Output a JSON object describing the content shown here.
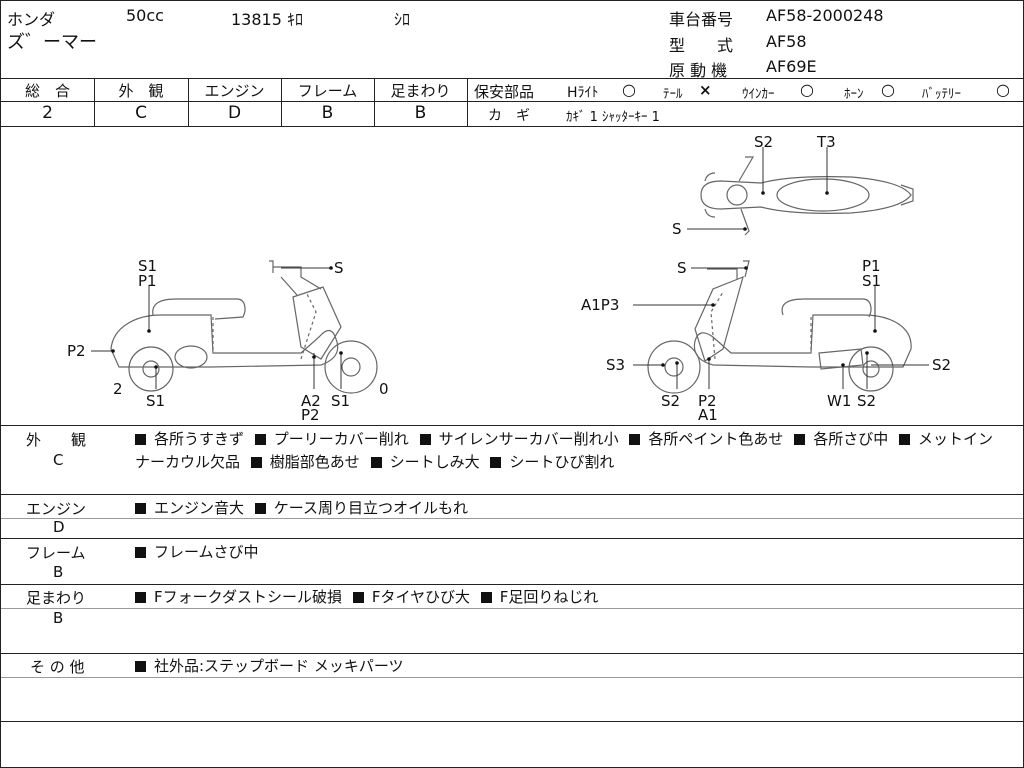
{
  "header": {
    "maker": "ホンダ",
    "displacement": "50cc",
    "mileage": "13815 ｷﾛ",
    "color": "ｼﾛ",
    "model_name": "ズ゛ーマー",
    "frame_no_label": "車台番号",
    "frame_no": "AF58-2000248",
    "model_type_label": "型　　式",
    "model_type": "AF58",
    "engine_label": "原 動 機",
    "engine": "AF69E"
  },
  "grades": [
    {
      "label": "総　合",
      "value": "2"
    },
    {
      "label": "外　観",
      "value": "C"
    },
    {
      "label": "エンジン",
      "value": "D"
    },
    {
      "label": "フレーム",
      "value": "B"
    },
    {
      "label": "足まわり",
      "value": "B"
    }
  ],
  "safety": {
    "label": "保安部品",
    "headlight_label": "Hﾗｲﾄ",
    "headlight": "○",
    "tail_label": "ﾃｰﾙ",
    "tail": "×",
    "winker_label": "ｳｲﾝｶｰ",
    "winker": "○",
    "horn_label": "ﾎｰﾝ",
    "horn": "○",
    "battery_label": "ﾊﾞｯﾃﾘｰ",
    "battery": "○",
    "key_label": "カ　ギ",
    "key_value": "ｶｷﾞ 1 ｼｬｯﾀｰｷｰ 1"
  },
  "diagram_labels": {
    "left": {
      "s1_top": "S1",
      "p1_top": "P1",
      "s_handle": "S",
      "p2_left": "P2",
      "num_2": "2",
      "s1_bottom": "S1",
      "a2": "A2",
      "p2_bottom": "P2",
      "s1_front": "S1",
      "num_0": "0"
    },
    "right": {
      "s2_top": "S2",
      "t3": "T3",
      "s_top": "S",
      "s_handle": "S",
      "p1": "P1",
      "s1": "S1",
      "a1p3": "A1P3",
      "s3": "S3",
      "s2_front": "S2",
      "p2": "P2",
      "a1": "A1",
      "w1": "W1",
      "s2_rear": "S2",
      "s2_right": "S2"
    }
  },
  "sections": [
    {
      "label": "外　　観",
      "grade": "C",
      "items": [
        "各所うすきず",
        "プーリーカバー削れ",
        "サイレンサーカバー削れ小",
        "各所ペイント色あせ",
        "各所さび中",
        "メットインナーカウル欠品",
        "樹脂部色あせ",
        "シートしみ大",
        "シートひび割れ"
      ]
    },
    {
      "label": "エンジン",
      "grade": "D",
      "items": [
        "エンジン音大",
        "ケース周り目立つオイルもれ"
      ]
    },
    {
      "label": "フレーム",
      "grade": "B",
      "items": [
        "フレームさび中"
      ]
    },
    {
      "label": "足まわり",
      "grade": "B",
      "items": [
        "Fフォークダストシール破損",
        "Fタイヤひび大",
        "F足回りねじれ"
      ]
    },
    {
      "label": "そ の 他",
      "grade": "",
      "items": [
        "社外品:ステップボード メッキパーツ"
      ]
    }
  ]
}
